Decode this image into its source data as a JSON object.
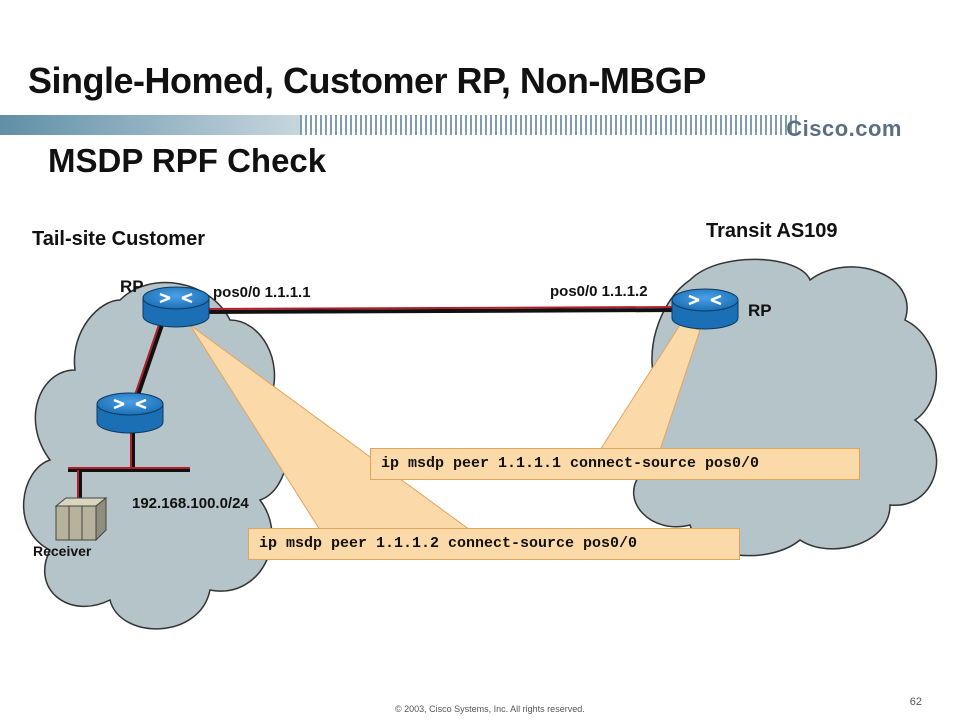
{
  "slide": {
    "title": "Single-Homed, Customer RP, Non-MBGP",
    "subtitle": "MSDP RPF Check",
    "brand": "Cisco.com",
    "copyright": "© 2003, Cisco Systems, Inc. All rights reserved.",
    "page_number": "62"
  },
  "diagram": {
    "left_cloud_label": "Tail-site Customer",
    "right_cloud_label": "Transit AS109",
    "left_rp_label": "RP",
    "right_rp_label": "RP",
    "left_interface": "pos0/0 1.1.1.1",
    "right_interface": "pos0/0 1.1.1.2",
    "subnet_label": "192.168.100.0/24",
    "receiver_label": "Receiver",
    "right_callout": "ip msdp peer 1.1.1.1 connect-source pos0/0",
    "left_callout": "ip msdp peer 1.1.1.2 connect-source pos0/0"
  },
  "colors": {
    "cloud_fill": "#b5c4c9",
    "callout_fill": "#fcd9a8",
    "router_blue": "#1b6fb5",
    "link_red": "#b01f2a",
    "header_bar": "#5f8fa6"
  },
  "icons": [
    "router-icon",
    "server-icon",
    "cloud-icon"
  ]
}
